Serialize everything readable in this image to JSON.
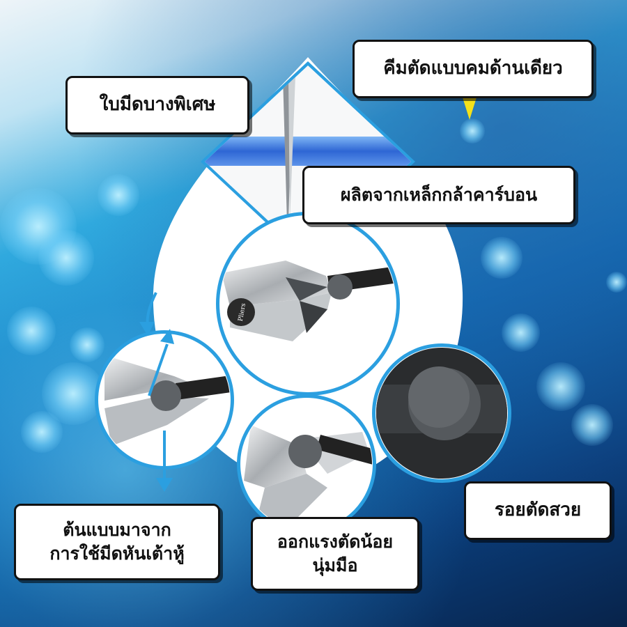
{
  "labels": {
    "blade": "ใบมีดบางพิเศษ",
    "single_edge": "คีมตัดแบบคมด้านเดียว",
    "carbon_steel": "ผลิตจากเหล็กกล้าคาร์บอน",
    "origin_line1": "ต้นแบบมาจาก",
    "origin_line2": "การใช้มีดหันเต้าหู้",
    "force_line1": "ออกแรงตัดน้อย",
    "force_line2": "นุ่มมือ",
    "clean_cut": "รอยตัดสวย"
  },
  "brand_stamp": "Pliers",
  "colors": {
    "accent_blue": "#2b9fe0",
    "pointer_yellow": "#f5e11a",
    "steel_light": "#d9dcdf",
    "steel_dark": "#3a3d40",
    "rivet": "#5e6266"
  }
}
